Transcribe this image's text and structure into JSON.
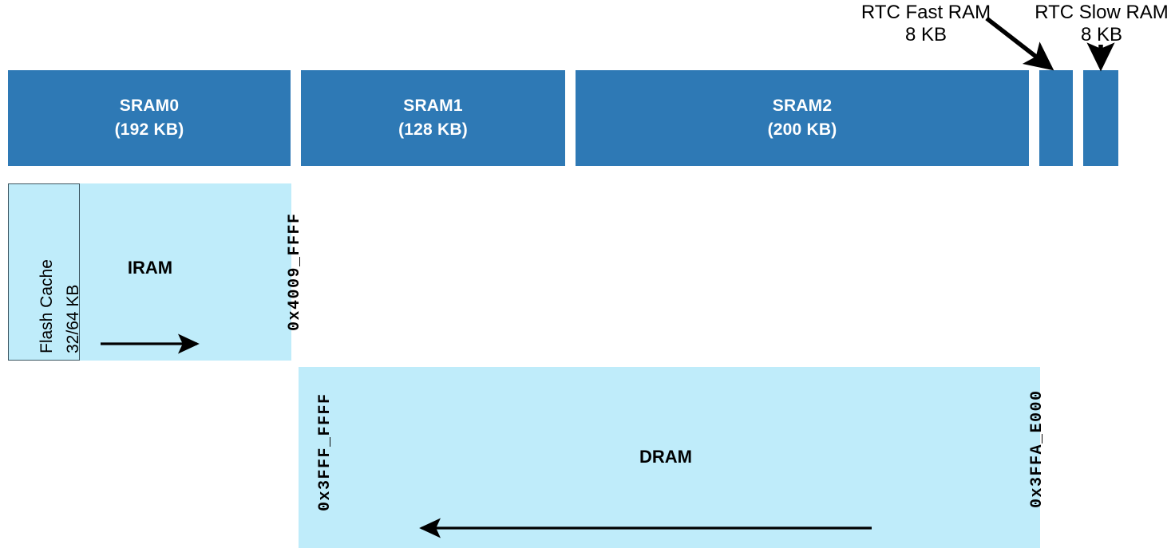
{
  "diagram": {
    "colors": {
      "sram_fill": "#2E79B5",
      "memory_fill": "#BFECFA",
      "text_on_sram": "#FFFFFF",
      "text_dark": "#000000",
      "border": "#3A5560"
    },
    "sram_row": [
      {
        "name": "SRAM0",
        "size": "(192 KB)"
      },
      {
        "name": "SRAM1",
        "size": "(128 KB)"
      },
      {
        "name": "SRAM2",
        "size": "(200 KB)"
      }
    ],
    "rtc_blocks": [
      {
        "id": "rtc-fast-ram",
        "title": "RTC Fast RAM",
        "size": "8 KB"
      },
      {
        "id": "rtc-slow-ram",
        "title": "RTC Slow RAM",
        "size": "8 KB"
      }
    ],
    "iram_row": {
      "flash_cache_title": "Flash Cache",
      "flash_cache_size": "32/64 KB",
      "iram_label": "IRAM",
      "end_address": "0x4009_FFFF"
    },
    "dram_row": {
      "dram_label": "DRAM",
      "start_address": "0x3FFF_FFFF",
      "end_address": "0x3FFA_E000"
    }
  }
}
